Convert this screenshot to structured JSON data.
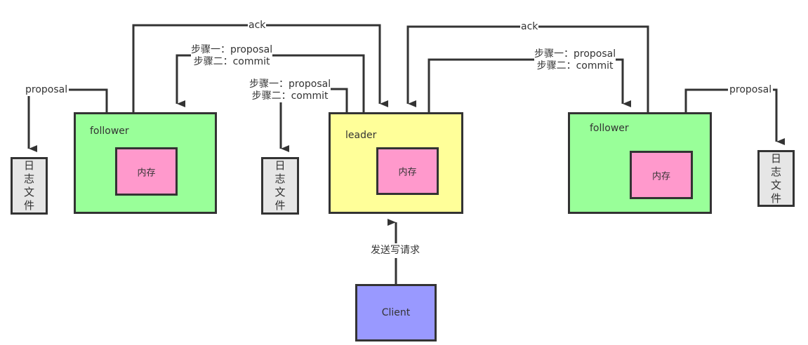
{
  "diagram": {
    "colors": {
      "follower_fill": "#99ff99",
      "leader_fill": "#ffff99",
      "memory_fill": "#ff99cc",
      "log_fill": "#e6e6e6",
      "client_fill": "#9999ff",
      "stroke": "#333333"
    },
    "nodes": {
      "follower_left": {
        "label": "follower",
        "memory": "内存"
      },
      "leader": {
        "label": "leader",
        "memory": "内存"
      },
      "follower_right": {
        "label": "follower",
        "memory": "内存"
      },
      "client": {
        "label": "Client"
      },
      "log_left": {
        "label": "日\n志\n文\n件"
      },
      "log_middle": {
        "label": "日\n志\n文\n件"
      },
      "log_right": {
        "label": "日\n志\n文\n件"
      }
    },
    "edges": {
      "ack_left": {
        "label": "ack"
      },
      "ack_right": {
        "label": "ack"
      },
      "leader_to_follower_left": {
        "line1": "步骤一：proposal",
        "line2": "步骤二：commit"
      },
      "leader_to_log": {
        "line1": "步骤一：proposal",
        "line2": "步骤二：commit"
      },
      "leader_to_follower_right": {
        "line1": "步骤一：proposal",
        "line2": "步骤二：commit"
      },
      "follower_left_to_log": {
        "label": "proposal"
      },
      "follower_right_to_log": {
        "label": "proposal"
      },
      "client_to_leader": {
        "label": "发送写请求"
      }
    }
  }
}
